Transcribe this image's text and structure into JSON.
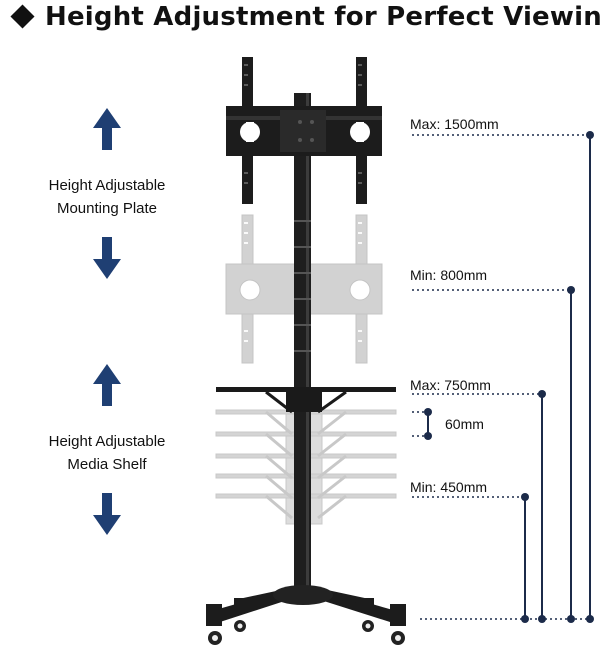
{
  "title": "Height Adjustment for Perfect Viewing",
  "labels": {
    "mount_line1": "Height Adjustable",
    "mount_line2": "Mounting Plate",
    "shelf_line1": "Height Adjustable",
    "shelf_line2": "Media Shelf"
  },
  "dimensions": {
    "plate_max": "Max: 1500mm",
    "plate_min": "Min: 800mm",
    "shelf_max": "Max: 750mm",
    "shelf_step": "60mm",
    "shelf_min": "Min: 450mm"
  },
  "icons": [
    "diamond-bullet-icon",
    "arrow-up-icon",
    "arrow-down-icon"
  ],
  "colors": {
    "accent": "#1f3f73",
    "stand": "#1a1a1a",
    "ghost": "#cfcfcf",
    "dimension_line": "#1c2b4a"
  }
}
